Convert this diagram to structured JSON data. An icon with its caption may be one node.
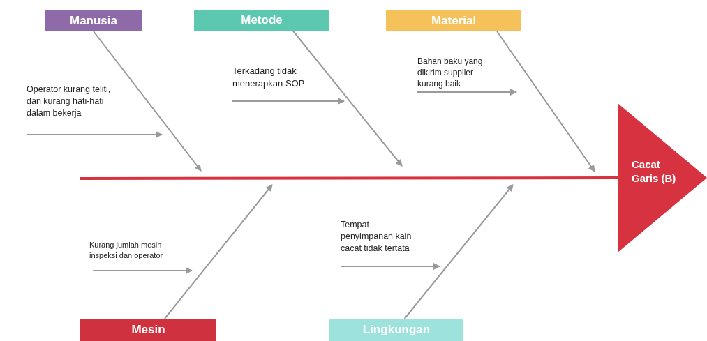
{
  "diagram": {
    "nodes": [
      {
        "text": [
          "Manusia"
        ]
      },
      {
        "text": [
          "Metode"
        ]
      },
      {
        "text": [
          "Material"
        ]
      },
      {
        "text": [
          "Operator kurang teliti, dan kurang hati-hati dalam bekerja"
        ]
      },
      {
        "text": [
          "Terkadang tidak menerapkan SOP"
        ]
      },
      {
        "text": [
          "Bahan baku yang dikirim supplier kurang baik"
        ]
      },
      {
        "text": [
          "Cacat Garis (B)"
        ]
      },
      {
        "text": [
          "Kurang jumlah mesin inspeksi dan operator"
        ]
      },
      {
        "text": [
          "Tempat penyimpanan kain cacat tidak tertata"
        ]
      },
      {
        "text": [
          "Mesin"
        ]
      },
      {
        "text": [
          "Lingkungan"
        ]
      }
    ],
    "edges": [
      {
        "from": 0,
        "to": null,
        "arrow": "to"
      },
      {
        "from": 1,
        "to": null,
        "arrow": "to"
      },
      {
        "from": 2,
        "to": null,
        "arrow": "to"
      },
      {
        "from": 3,
        "to": null,
        "arrow": "to"
      },
      {
        "from": 4,
        "to": null,
        "arrow": "to"
      },
      {
        "from": 5,
        "to": null,
        "arrow": "to"
      },
      {
        "from": null,
        "to": 6,
        "arrow": "none",
        "style": "thick",
        "color": "#d7323f"
      },
      {
        "from": 7,
        "to": null,
        "arrow": "to"
      },
      {
        "from": 8,
        "to": null,
        "arrow": "to"
      },
      {
        "from": 9,
        "to": null,
        "arrow": "to"
      },
      {
        "from": 10,
        "to": null,
        "arrow": "to"
      }
    ]
  }
}
